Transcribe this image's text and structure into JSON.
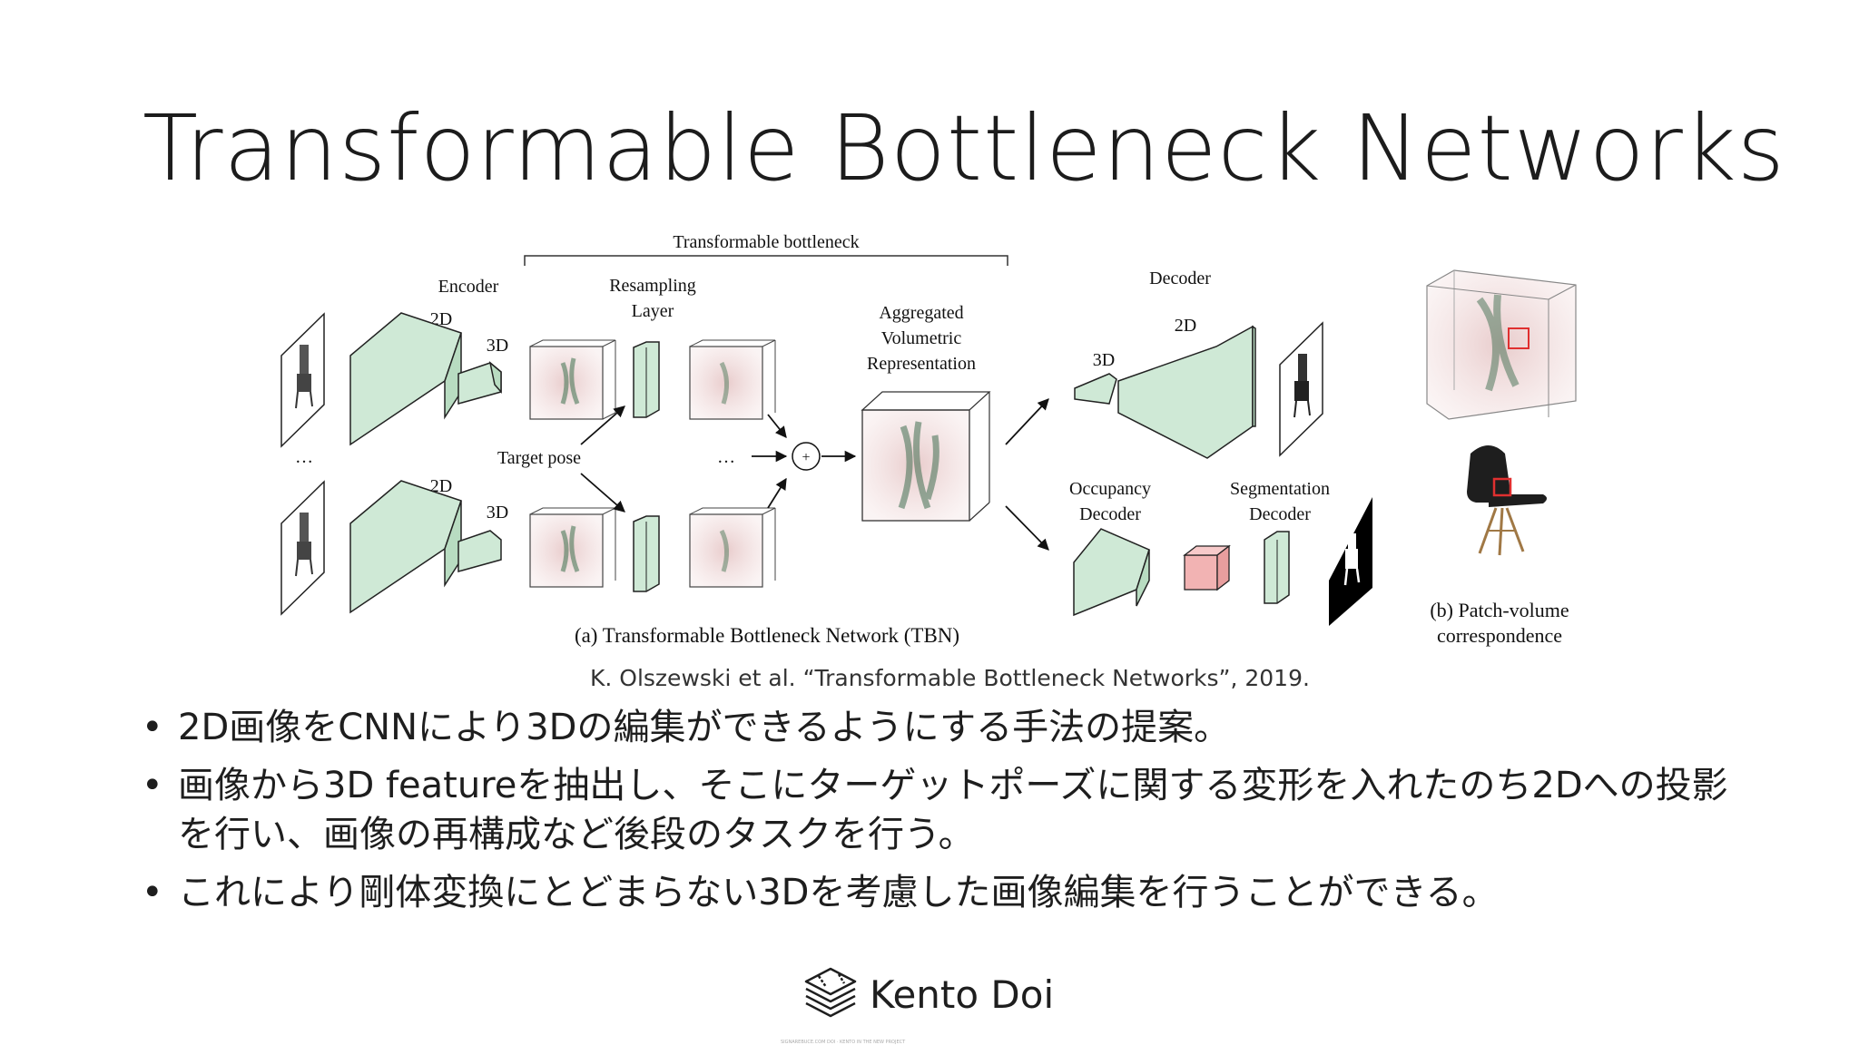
{
  "slide": {
    "title": "Transformable Bottleneck Networks"
  },
  "figure": {
    "labels": {
      "transformable_bottleneck": "Transformable bottleneck",
      "encoder": "Encoder",
      "resampling_layer_1": "Resampling",
      "resampling_layer_2": "Layer",
      "aggregated_1": "Aggregated",
      "aggregated_2": "Volumetric",
      "aggregated_3": "Representation",
      "decoder": "Decoder",
      "dim_2d": "2D",
      "dim_3d": "3D",
      "target_pose": "Target pose",
      "ellipsis": "…",
      "plus": "+",
      "occupancy_1": "Occupancy",
      "occupancy_2": "Decoder",
      "segmentation_1": "Segmentation",
      "segmentation_2": "Decoder",
      "caption_a": "(a) Transformable Bottleneck Network (TBN)",
      "caption_b_1": "(b) Patch-volume",
      "caption_b_2": "correspondence"
    },
    "colors": {
      "block_fill": "#cfe9d6",
      "block_stroke": "#222222",
      "occupancy_cube": "#f2b3b3",
      "patch_highlight": "#e03030"
    }
  },
  "citation": "K. Olszewski et al. “Transformable Bottleneck Networks”, 2019.",
  "bullets": [
    {
      "marker": "•",
      "text": "2D画像をCNNにより3Dの編集ができるようにする手法の提案。"
    },
    {
      "marker": "•",
      "text": "画像から3D featureを抽出し、そこにターゲットポーズに関する変形を入れたのち2Dへの投影を行い、画像の再構成など後段のタスクを行う。"
    },
    {
      "marker": "•",
      "text": "これにより剛体変換にとどまらない3Dを考慮した画像編集を行うことができる。"
    }
  ],
  "footer": {
    "author": "Kento Doi",
    "logo_icon": "box-logo-icon",
    "fine_print": "SIGNAREBUCE.COM DOI · KENTO IN THE NEW PROJECT"
  }
}
